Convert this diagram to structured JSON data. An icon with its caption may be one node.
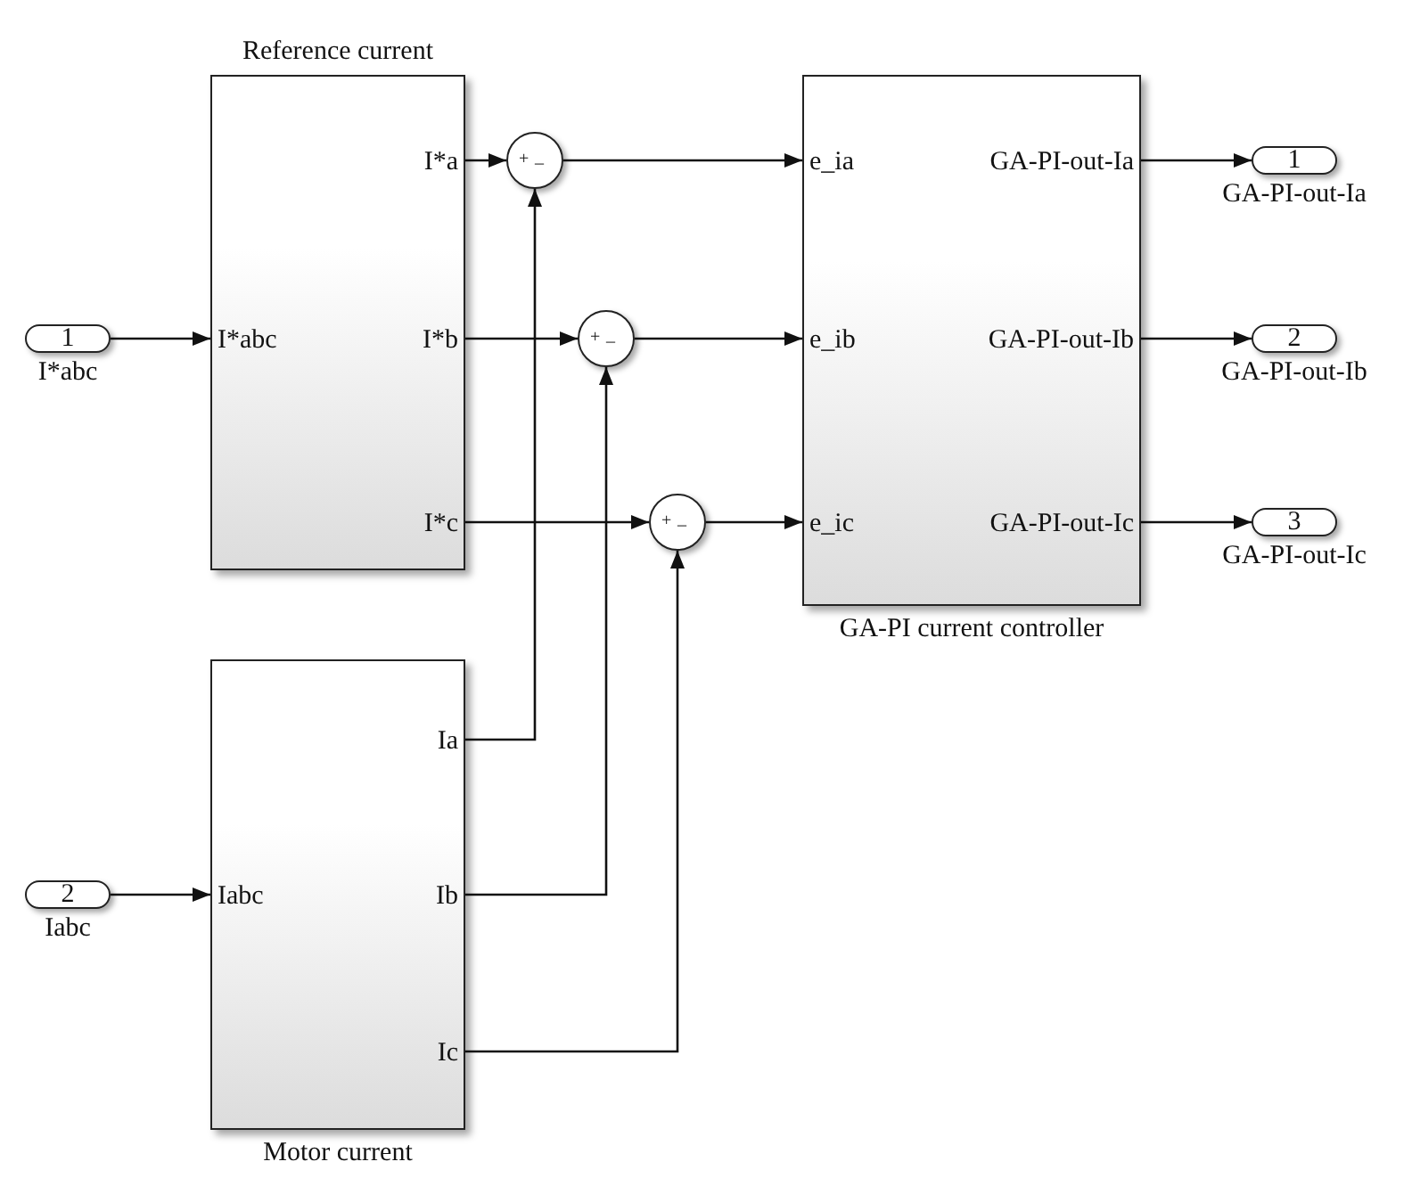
{
  "diagram": {
    "nodes": [
      {
        "text": [
          "1"
        ],
        "beside": [
          "I*abc"
        ]
      },
      {
        "text": [
          "Reference current",
          "I*abc",
          "I*a",
          "I*b",
          "I*c"
        ]
      },
      {
        "text": [
          "Motor current",
          "Iabc",
          "Ia",
          "Ib",
          "Ic"
        ]
      },
      {
        "text": [
          "2"
        ],
        "beside": [
          "Iabc"
        ]
      },
      {
        "text": [
          "+",
          "_"
        ]
      },
      {
        "text": [
          "+",
          "_"
        ]
      },
      {
        "text": [
          "+",
          "_"
        ]
      },
      {
        "text": [
          "e_ia",
          "e_ib",
          "e_ic",
          "GA-PI-out-Ia",
          "GA-PI-out-Ib",
          "GA-PI-out-Ic",
          "GA-PI current controller"
        ]
      },
      {
        "text": [
          "1"
        ],
        "beside": [
          "GA-PI-out-Ia"
        ]
      },
      {
        "text": [
          "2"
        ],
        "beside": [
          "GA-PI-out-Ib"
        ]
      },
      {
        "text": [
          "3"
        ],
        "beside": [
          "GA-PI-out-Ic"
        ]
      }
    ],
    "edges": [
      {
        "from": 0,
        "to": 1,
        "arrow": "to"
      },
      {
        "from": 1,
        "to": 4,
        "arrow": "to"
      },
      {
        "from": 1,
        "to": 5,
        "arrow": "to"
      },
      {
        "from": 1,
        "to": 6,
        "arrow": "to"
      },
      {
        "from": 2,
        "to": 4,
        "arrow": "to"
      },
      {
        "from": 2,
        "to": 5,
        "arrow": "to"
      },
      {
        "from": 2,
        "to": 6,
        "arrow": "to"
      },
      {
        "from": 3,
        "to": 2,
        "arrow": "to"
      },
      {
        "from": 4,
        "to": 7,
        "arrow": "to"
      },
      {
        "from": 5,
        "to": 7,
        "arrow": "to"
      },
      {
        "from": 6,
        "to": 7,
        "arrow": "to"
      },
      {
        "from": 7,
        "to": 8,
        "arrow": "to"
      },
      {
        "from": 7,
        "to": 9,
        "arrow": "to"
      },
      {
        "from": 7,
        "to": 10,
        "arrow": "to"
      }
    ]
  }
}
